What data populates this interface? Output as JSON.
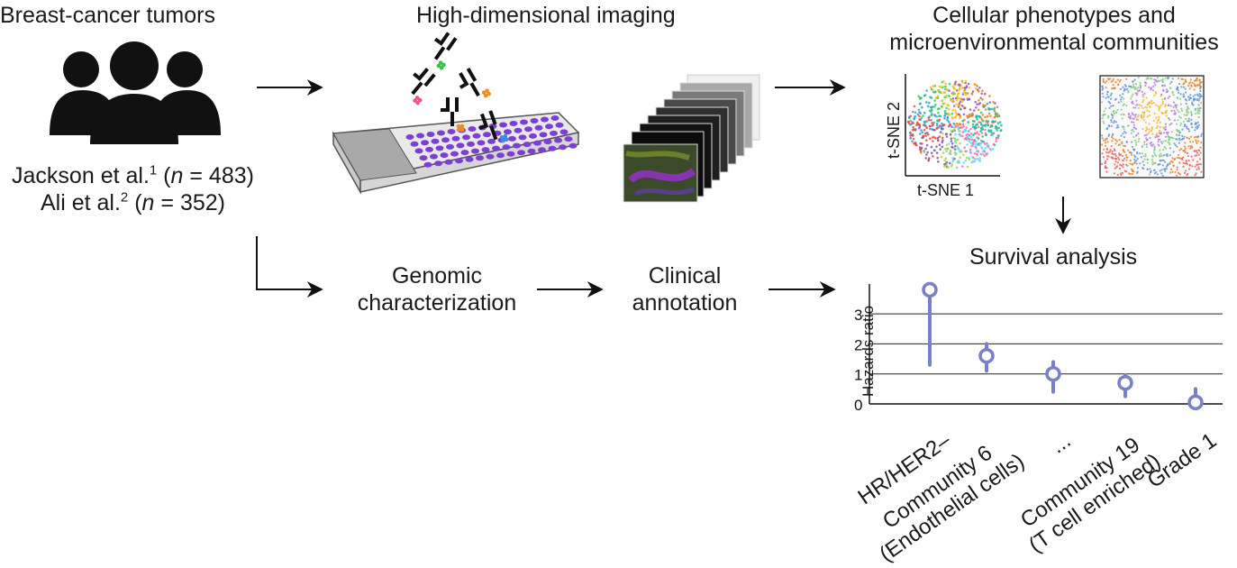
{
  "sections": {
    "tumors_title": "Breast-cancer tumors",
    "imaging_title": "High-dimensional imaging",
    "phenotypes_title_line1": "Cellular phenotypes and",
    "phenotypes_title_line2": "microenvironmental communities",
    "survival_title": "Survival analysis",
    "genomic_line1": "Genomic",
    "genomic_line2": "characterization",
    "clinical_line1": "Clinical",
    "clinical_line2": "annotation"
  },
  "cohorts": [
    {
      "name": "Jackson et al.",
      "ref": "1",
      "n_label": "n",
      "n_value": "= 483)"
    },
    {
      "name": "Ali et al.",
      "ref": "2",
      "n_label": "n",
      "n_value": "= 352)"
    }
  ],
  "tsne": {
    "xlabel": "t-SNE 1",
    "ylabel": "t-SNE 2"
  },
  "chart_data": {
    "type": "scatter",
    "ylabel": "Hazards ratio",
    "yticks": [
      "0",
      "1",
      "2",
      "3"
    ],
    "ylim": [
      0,
      4
    ],
    "grid": true,
    "categories": [
      "HR/HER2–",
      "Community 6\n(Endothelial cells)",
      "...",
      "Community 19\n(T cell enriched)",
      "Grade 1"
    ],
    "points": [
      {
        "label": "HR/HER2–",
        "value": 3.8,
        "low": 1.3,
        "high": 3.8
      },
      {
        "label": "Community 6 (Endothelial cells)",
        "value": 1.6,
        "low": 1.1,
        "high": 2.0
      },
      {
        "label": "...",
        "value": 1.0,
        "low": 0.4,
        "high": 1.4
      },
      {
        "label": "Community 19 (T cell enriched)",
        "value": 0.7,
        "low": 0.25,
        "high": 0.95
      },
      {
        "label": "Grade 1",
        "value": 0.05,
        "low": 0.0,
        "high": 0.5
      }
    ],
    "colors": {
      "marker": "#7a80c8",
      "grid": "#222222"
    }
  }
}
